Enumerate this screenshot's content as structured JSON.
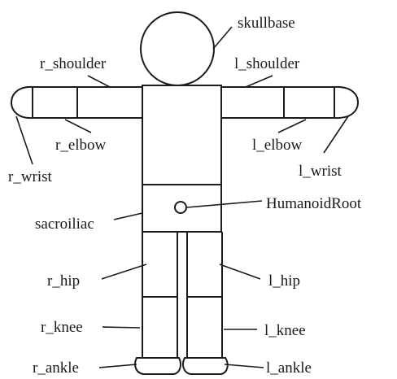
{
  "figure": {
    "joints": {
      "skullbase": "skullbase",
      "r_shoulder": "r_shoulder",
      "l_shoulder": "l_shoulder",
      "r_elbow": "r_elbow",
      "l_elbow": "l_elbow",
      "r_wrist": "r_wrist",
      "l_wrist": "l_wrist",
      "humanoid_root": "HumanoidRoot",
      "sacroiliac": "sacroiliac",
      "r_hip": "r_hip",
      "l_hip": "l_hip",
      "r_knee": "r_knee",
      "l_knee": "l_knee",
      "r_ankle": "r_ankle",
      "l_ankle": "l_ankle"
    }
  }
}
